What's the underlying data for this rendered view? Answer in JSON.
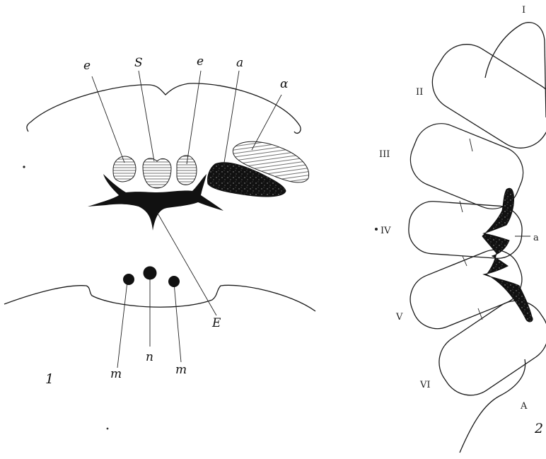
{
  "figure1": {
    "number": "1",
    "labels": {
      "e_left": "e",
      "S": "S",
      "e_right": "e",
      "a": "a",
      "alpha": "α",
      "E": "E",
      "m_left": "m",
      "n": "n",
      "m_right": "m"
    }
  },
  "figure2": {
    "number": "2",
    "segments": [
      "I",
      "II",
      "III",
      "IV",
      "V",
      "VI"
    ],
    "label_a": "a",
    "label_A": "A"
  },
  "colors": {
    "ink": "#1a1a1a",
    "paper": "#ffffff"
  }
}
